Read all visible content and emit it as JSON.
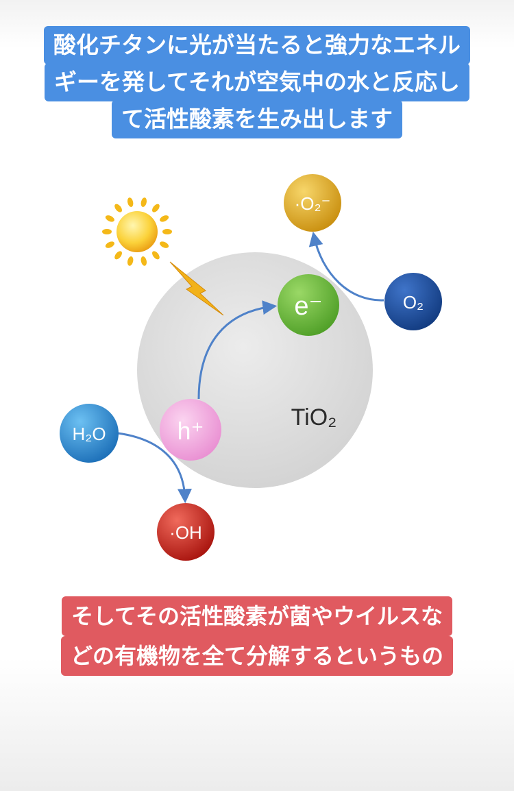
{
  "captions": {
    "top": [
      "酸化チタンに光が当たると強力なエネル",
      "ギーを発してそれが空気中の水と反応し",
      "て活性酸素を生み出します"
    ],
    "bottom": [
      "そしてその活性酸素が菌やウイルスな",
      "どの有機物を全て分解するというもの"
    ]
  },
  "diagram": {
    "tio2_label": "TiO₂",
    "nodes": {
      "superoxide": "·O₂⁻",
      "electron": "e⁻",
      "oxygen": "O₂",
      "hole": "h⁺",
      "water": "H₂O",
      "hydroxyl": "·OH"
    }
  },
  "colors": {
    "caption_top_bg": "#4a8fe2",
    "caption_bottom_bg": "#e05a60",
    "superoxide": "#e2aa1e",
    "electron": "#6abf3a",
    "oxygen": "#1e4fa3",
    "hole": "#f0a0d8",
    "water": "#2f8fd6",
    "hydroxyl": "#d21e16",
    "tio2": "#dcdcdc",
    "arrow": "#4f82c9"
  },
  "icons": [
    "sun-icon",
    "lightning-icon"
  ]
}
